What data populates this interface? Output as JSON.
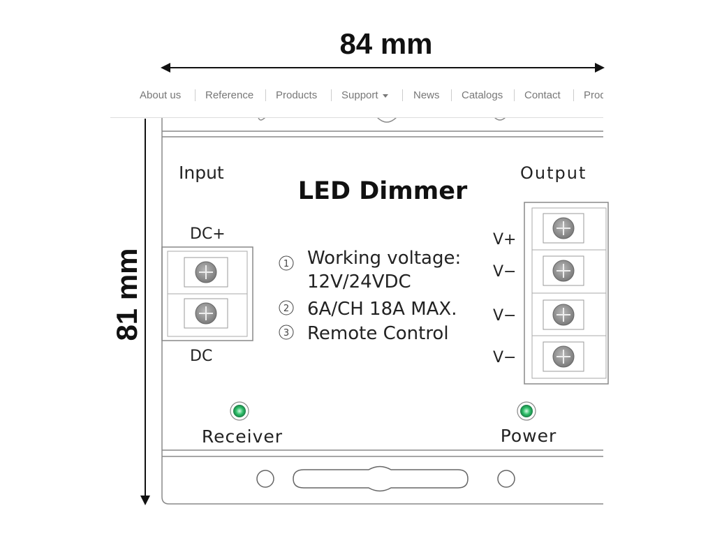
{
  "dimensions": {
    "width_label": "84 mm",
    "height_label": "81 mm"
  },
  "nav": {
    "items": [
      {
        "label": "About us",
        "dropdown": false
      },
      {
        "label": "Reference",
        "dropdown": false
      },
      {
        "label": "Products",
        "dropdown": false
      },
      {
        "label": "Support",
        "dropdown": true
      },
      {
        "label": "News",
        "dropdown": false
      },
      {
        "label": "Catalogs",
        "dropdown": false
      },
      {
        "label": "Contact",
        "dropdown": false
      },
      {
        "label": "Prod",
        "dropdown": false
      }
    ]
  },
  "device": {
    "title": "LED Dimmer",
    "input_label": "Input",
    "output_label": "Output",
    "input_terminals": [
      "DC+",
      "DC"
    ],
    "output_terminals": [
      "V+",
      "V−",
      "V−",
      "V−"
    ],
    "specs": [
      {
        "marker": "1",
        "lines": [
          "Working voltage:",
          "12V/24VDC"
        ]
      },
      {
        "marker": "2",
        "lines": [
          "6A/CH 18A MAX."
        ]
      },
      {
        "marker": "3",
        "lines": [
          "Remote Control"
        ]
      }
    ],
    "indicators": [
      {
        "label": "Receiver",
        "color": "#2fbf6a"
      },
      {
        "label": "Power",
        "color": "#2fbf6a"
      }
    ]
  },
  "colors": {
    "led_green": "#2fbf6a",
    "outline": "#888888",
    "screw": "#8e8e8e"
  }
}
